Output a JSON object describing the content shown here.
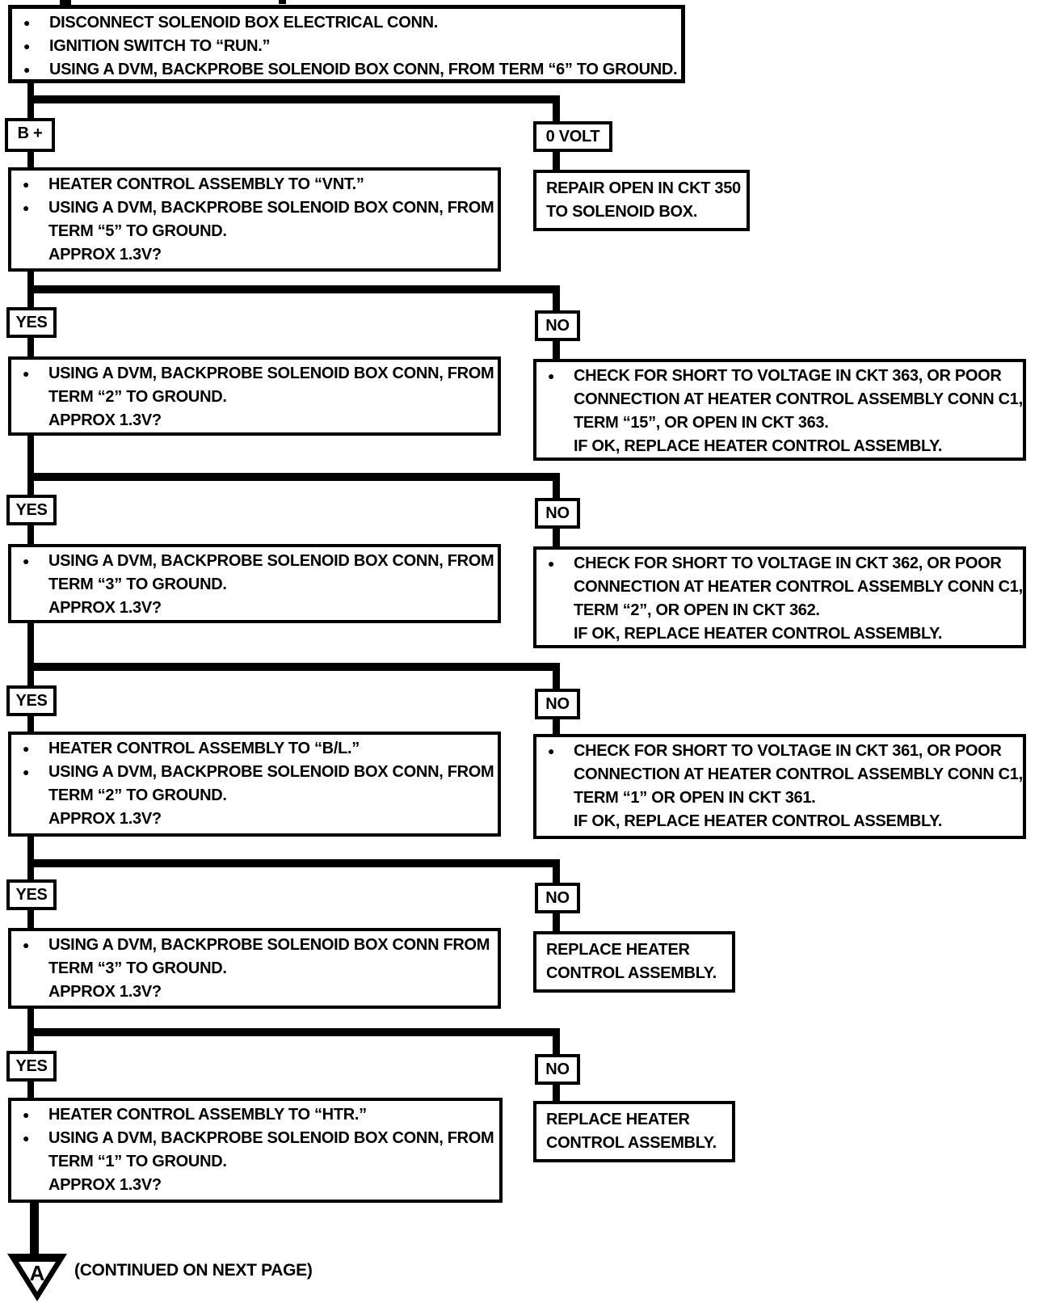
{
  "colors": {
    "ink": "#000000",
    "paper": "#ffffff"
  },
  "labels": {
    "yes": "YES",
    "no": "NO",
    "b_plus": "B +",
    "zero_volt": "0 VOLT"
  },
  "boxes": {
    "start": {
      "lines": [
        {
          "b": 1,
          "t": "DISCONNECT SOLENOID BOX ELECTRICAL CONN."
        },
        {
          "b": 1,
          "t": "IGNITION SWITCH TO “RUN.”"
        },
        {
          "b": 1,
          "t": "USING A DVM, BACKPROBE SOLENOID BOX CONN, FROM TERM “6” TO GROUND."
        }
      ]
    },
    "vnt_test": {
      "lines": [
        {
          "b": 1,
          "t": "HEATER CONTROL ASSEMBLY TO “VNT.”"
        },
        {
          "b": 1,
          "t": "USING A DVM, BACKPROBE SOLENOID BOX CONN, FROM"
        },
        {
          "b": 0,
          "t": "TERM “5” TO GROUND."
        },
        {
          "b": 0,
          "t": "APPROX 1.3V?"
        }
      ]
    },
    "repair_ckt350": {
      "lines": [
        {
          "b": 0,
          "t": "REPAIR OPEN IN CKT 350"
        },
        {
          "b": 0,
          "t": "TO SOLENOID BOX."
        }
      ]
    },
    "term2_test": {
      "lines": [
        {
          "b": 1,
          "t": "USING A DVM, BACKPROBE SOLENOID BOX CONN, FROM"
        },
        {
          "b": 0,
          "t": "TERM “2” TO GROUND."
        },
        {
          "b": 0,
          "t": "APPROX 1.3V?"
        }
      ]
    },
    "ckt363_check": {
      "lines": [
        {
          "b": 1,
          "t": "CHECK FOR SHORT TO VOLTAGE IN CKT 363, OR POOR"
        },
        {
          "b": 0,
          "t": "CONNECTION AT HEATER CONTROL ASSEMBLY CONN C1,"
        },
        {
          "b": 0,
          "t": "TERM “15”, OR OPEN IN CKT 363."
        },
        {
          "b": 0,
          "t": "IF OK, REPLACE HEATER CONTROL ASSEMBLY."
        }
      ]
    },
    "term3_test": {
      "lines": [
        {
          "b": 1,
          "t": "USING A DVM, BACKPROBE SOLENOID BOX CONN, FROM"
        },
        {
          "b": 0,
          "t": "TERM “3” TO GROUND."
        },
        {
          "b": 0,
          "t": "APPROX 1.3V?"
        }
      ]
    },
    "ckt362_check": {
      "lines": [
        {
          "b": 1,
          "t": "CHECK FOR SHORT TO VOLTAGE IN CKT 362, OR POOR"
        },
        {
          "b": 0,
          "t": "CONNECTION AT HEATER CONTROL ASSEMBLY CONN C1,"
        },
        {
          "b": 0,
          "t": "TERM “2”, OR OPEN IN CKT 362."
        },
        {
          "b": 0,
          "t": "IF OK, REPLACE HEATER CONTROL ASSEMBLY."
        }
      ]
    },
    "bl_test": {
      "lines": [
        {
          "b": 1,
          "t": "HEATER CONTROL ASSEMBLY TO “B/L.”"
        },
        {
          "b": 1,
          "t": "USING A DVM, BACKPROBE SOLENOID BOX CONN, FROM"
        },
        {
          "b": 0,
          "t": "TERM “2” TO GROUND."
        },
        {
          "b": 0,
          "t": "APPROX 1.3V?"
        }
      ]
    },
    "ckt361_check": {
      "lines": [
        {
          "b": 1,
          "t": "CHECK FOR SHORT TO VOLTAGE IN CKT 361, OR POOR"
        },
        {
          "b": 0,
          "t": "CONNECTION AT HEATER CONTROL ASSEMBLY CONN C1,"
        },
        {
          "b": 0,
          "t": "TERM “1” OR OPEN IN CKT 361."
        },
        {
          "b": 0,
          "t": "IF OK, REPLACE HEATER CONTROL ASSEMBLY."
        }
      ]
    },
    "term3_test_2": {
      "lines": [
        {
          "b": 1,
          "t": "USING A DVM, BACKPROBE SOLENOID BOX CONN FROM"
        },
        {
          "b": 0,
          "t": "TERM “3” TO GROUND."
        },
        {
          "b": 0,
          "t": "APPROX 1.3V?"
        }
      ]
    },
    "replace_hca_1": {
      "lines": [
        {
          "b": 0,
          "t": "REPLACE HEATER"
        },
        {
          "b": 0,
          "t": "CONTROL ASSEMBLY."
        }
      ]
    },
    "htr_test": {
      "lines": [
        {
          "b": 1,
          "t": "HEATER CONTROL ASSEMBLY TO “HTR.”"
        },
        {
          "b": 1,
          "t": "USING A DVM, BACKPROBE SOLENOID BOX CONN, FROM"
        },
        {
          "b": 0,
          "t": "TERM “1” TO GROUND."
        },
        {
          "b": 0,
          "t": "APPROX 1.3V?"
        }
      ]
    },
    "replace_hca_2": {
      "lines": [
        {
          "b": 0,
          "t": "REPLACE HEATER"
        },
        {
          "b": 0,
          "t": "CONTROL ASSEMBLY."
        }
      ]
    }
  },
  "footer": {
    "connector_label": "A",
    "continued": "(CONTINUED ON NEXT PAGE)"
  }
}
